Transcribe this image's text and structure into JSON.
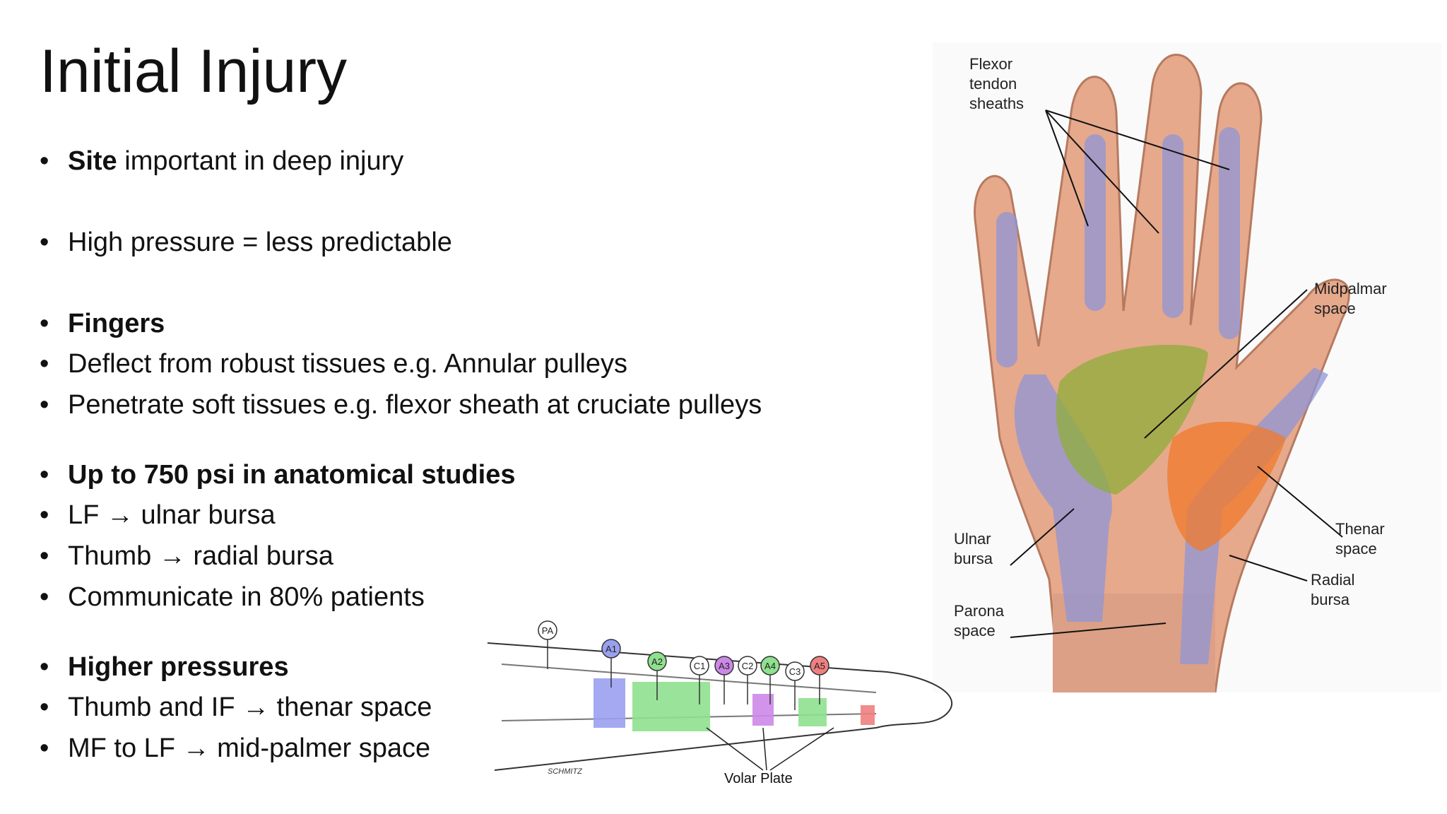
{
  "slide": {
    "title": "Initial Injury",
    "bullets": [
      {
        "bold": "Site",
        "text": " important in deep injury"
      },
      {
        "bold": "",
        "text": "High pressure = less predictable"
      },
      {
        "bold": "Fingers",
        "text": ""
      },
      {
        "bold": "",
        "text": "Deflect from robust tissues e.g. Annular pulleys"
      },
      {
        "bold": "",
        "text": "Penetrate soft tissues e.g. flexor sheath at cruciate pulleys"
      },
      {
        "bold": "Up to 750 psi in anatomical studies",
        "text": ""
      },
      {
        "bold": "",
        "pre": "LF ",
        "arrow": "→",
        "text": " ulnar bursa"
      },
      {
        "bold": "",
        "pre": "Thumb ",
        "arrow": "→",
        "text": " radial bursa"
      },
      {
        "bold": "",
        "text": "Communicate in 80% patients"
      },
      {
        "bold": "Higher pressures",
        "text": ""
      },
      {
        "bold": "",
        "pre": "Thumb and IF ",
        "arrow": "→",
        "text": " thenar space"
      },
      {
        "bold": "",
        "pre": "MF to LF ",
        "arrow": "→",
        "text": " mid-palmer space"
      }
    ],
    "bullet_char": "•"
  },
  "hand_diagram": {
    "labels": {
      "flexor_1": "Flexor",
      "flexor_2": "tendon",
      "flexor_3": "sheaths",
      "midpalmar_1": "Midpalmar",
      "midpalmar_2": "space",
      "thenar_1": "Thenar",
      "thenar_2": "space",
      "ulnar_1": "Ulnar",
      "ulnar_2": "bursa",
      "radial_1": "Radial",
      "radial_2": "bursa",
      "parona_1": "Parona",
      "parona_2": "space"
    }
  },
  "finger_diagram": {
    "pulleys": [
      {
        "label": "PA",
        "color": "#ffffff"
      },
      {
        "label": "A1",
        "color": "#9aa0f0"
      },
      {
        "label": "A2",
        "color": "#8fe08f"
      },
      {
        "label": "C1",
        "color": "#ffffff"
      },
      {
        "label": "A3",
        "color": "#cc88e8"
      },
      {
        "label": "C2",
        "color": "#ffffff"
      },
      {
        "label": "A4",
        "color": "#8fe08f"
      },
      {
        "label": "C3",
        "color": "#ffffff"
      },
      {
        "label": "A5",
        "color": "#f08080"
      }
    ],
    "volar_plate": "Volar Plate",
    "signature": "SCHMITZ"
  }
}
